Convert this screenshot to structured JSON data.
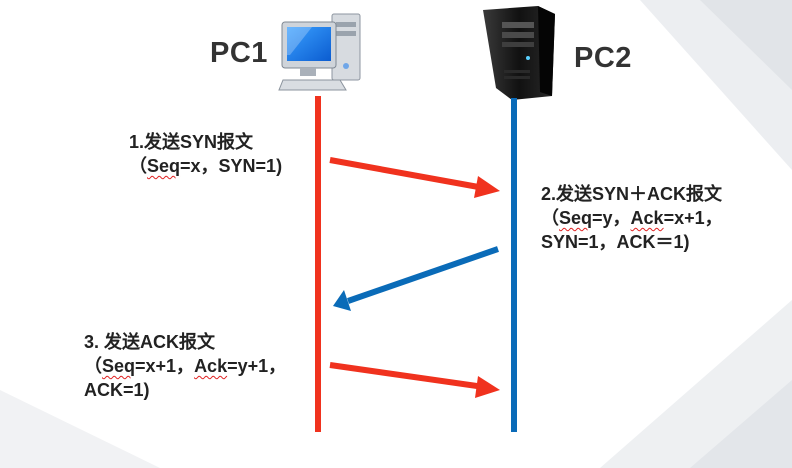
{
  "nodes": {
    "pc1": {
      "label": "PC1",
      "icon": "desktop-computer-icon"
    },
    "pc2": {
      "label": "PC2",
      "icon": "server-tower-icon"
    }
  },
  "messages": [
    {
      "step": "1.发送SYN报文",
      "line2_pre": "（",
      "line2_seq": "Seq",
      "line2_post": "=x，SYN=1)"
    },
    {
      "step": "2.发送SYN＋ACK报文",
      "line2_pre": "（",
      "line2_seq": "Seq",
      "line2_mid": "=y，",
      "line2_ack": "Ack",
      "line2_post": "=x+1，",
      "line3": "SYN=1，ACK＝1)"
    },
    {
      "step": "3. 发送ACK报文",
      "line2_pre": "（",
      "line2_seq": "Seq",
      "line2_mid": "=x+1，",
      "line2_ack": "Ack",
      "line2_post": "=y+1，",
      "line3": "ACK=1)"
    }
  ],
  "colors": {
    "pc1_lifeline": "#f0321e",
    "pc2_lifeline": "#0a6bb8",
    "arrow_pc1_to_pc2": "#f0321e",
    "arrow_pc2_to_pc1": "#0a6bb8"
  }
}
